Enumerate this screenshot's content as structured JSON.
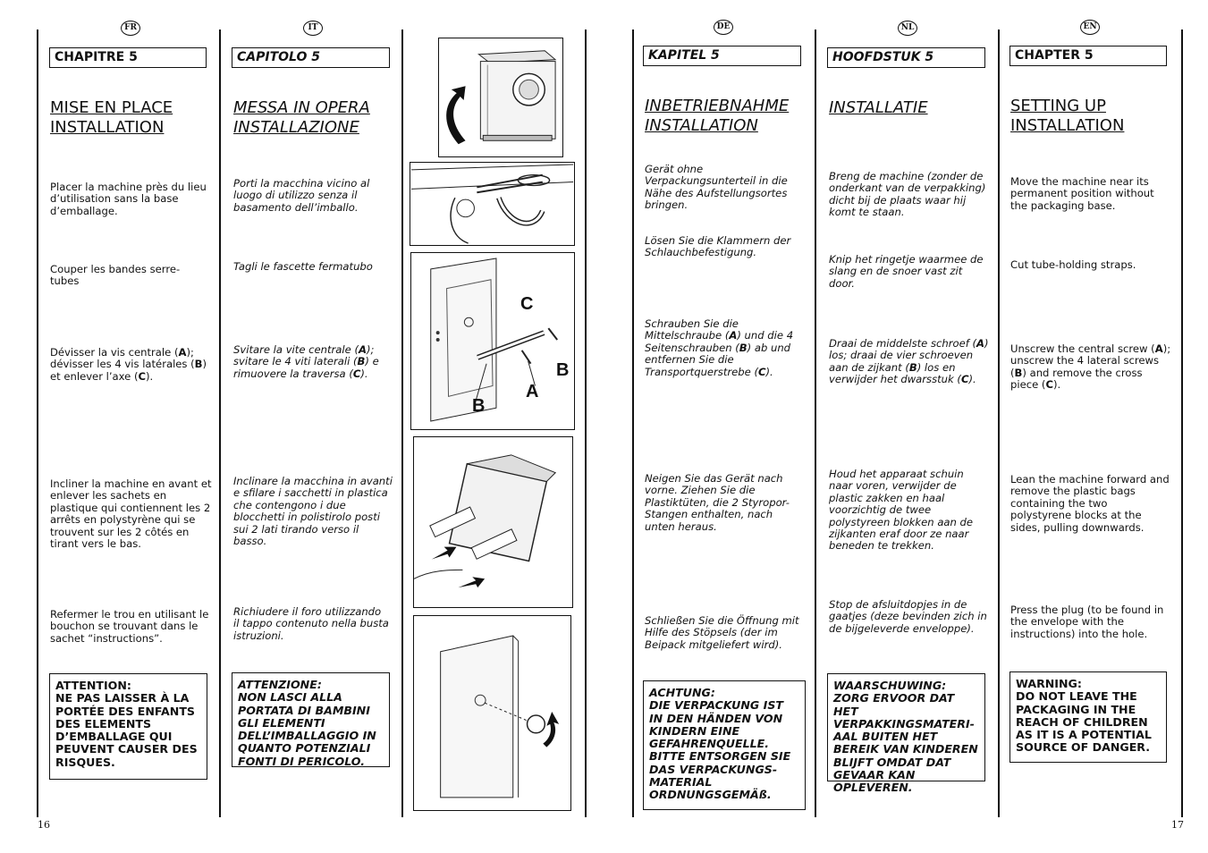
{
  "flags": [
    "FR",
    "IT",
    "DE",
    "NL",
    "EN"
  ],
  "page_left": "16",
  "page_right": "17",
  "fr": {
    "chapter": "CHAPITRE 5",
    "title1": "MISE EN PLACE",
    "title2": "INSTALLATION",
    "p1": "Placer la machine près du lieu d’utilisation sans la base d’emballage.",
    "p2": "Couper les bandes serre-tubes",
    "p3_a": "Dévisser la vis centrale (",
    "p3_b": "A",
    "p3_c": "); dévisser les 4 vis latérales (",
    "p3_d": "B",
    "p3_e": ") et enlever l’axe (",
    "p3_f": "C",
    "p3_g": ").",
    "p4": "Incliner la machine en avant et enlever les sachets en plastique qui contiennent les 2 arrêts en polystyrène qui se trouvent sur les 2 côtés en tirant vers le bas.",
    "p5": "Refermer le trou en utilisant le bouchon se trouvant dans le sachet “instructions”.",
    "warn": "ATTENTION:\nNE PAS LAISSER À LA PORTÉE DES ENFANTS DES ELEMENTS D’EMBALLAGE QUI PEUVENT CAUSER DES RISQUES."
  },
  "it": {
    "chapter": "CAPITOLO 5",
    "title1": "MESSA IN OPERA",
    "title2": "INSTALLAZIONE",
    "p1": "Porti la macchina vicino al luogo di utilizzo senza il basamento dell’imballo.",
    "p2": "Tagli le fascette fermatubo",
    "p3_a": "Svitare la vite centrale (",
    "p3_b": "A",
    "p3_c": "); svitare le 4 viti laterali (",
    "p3_d": "B",
    "p3_e": ") e rimuovere la traversa (",
    "p3_f": "C",
    "p3_g": ").",
    "p4": "Inclinare la macchina in avanti e sfilare i sacchetti in plastica che contengono i due blocchetti in polistirolo posti sui 2 lati tirando verso il basso.",
    "p5": "Richiudere il foro utilizzando il tappo contenuto nella busta istruzioni.",
    "warn": "ATTENZIONE:\nNON LASCI ALLA PORTATA DI BAMBINI GLI ELEMENTI DELL’IMBALLAGGIO IN QUANTO POTENZIALI FONTI DI PERICOLO."
  },
  "de": {
    "chapter": "KAPITEL 5",
    "title1": "INBETRIEBNAHME",
    "title2": "INSTALLATION",
    "p1": "Gerät ohne Verpackungsunterteil in die Nähe des Aufstellungsortes bringen.",
    "p2": "Lösen Sie die Klammern der Schlauchbefestigung.",
    "p3_a": "Schrauben Sie die Mittelschraube (",
    "p3_b": "A",
    "p3_c": ") und die 4 Seitenschrauben (",
    "p3_d": "B",
    "p3_e": ") ab und entfernen Sie die Transportquerstrebe (",
    "p3_f": "C",
    "p3_g": ").",
    "p4": "Neigen Sie das Gerät nach vorne. Ziehen Sie die Plastiktüten, die 2 Styropor-Stangen enthalten, nach unten heraus.",
    "p5": "Schließen Sie die Öffnung mit Hilfe des Stöpsels (der im Beipack mitgeliefert wird).",
    "warn": "ACHTUNG:\nDIE VERPACKUNG IST IN DEN HÄNDEN VON KINDERN EINE GEFAHRENQUELLE. BITTE ENTSORGEN SIE DAS VERPACKUNGS-MATERIAL ORDNUNGSGEMÄß."
  },
  "nl": {
    "chapter": "HOOFDSTUK 5",
    "title1": "INSTALLATIE",
    "p1": "Breng de machine (zonder de onderkant van de verpakking) dicht bij de plaats waar hij komt te staan.",
    "p2": "Knip het ringetje waarmee de slang en de snoer vast zit door.",
    "p3_a": "Draai de middelste schroef (",
    "p3_b": "A",
    "p3_c": ") los; draai de vier schroeven aan de zijkant (",
    "p3_d": "B",
    "p3_e": ") los en verwijder het dwarsstuk (",
    "p3_f": "C",
    "p3_g": ").",
    "p4": "Houd het apparaat schuin naar voren, verwijder de plastic zakken en haal voorzichtig de twee polystyreen blokken aan de zijkanten eraf door ze naar beneden te trekken.",
    "p5": "Stop de afsluitdopjes in de gaatjes (deze bevinden zich in de bijgeleverde enveloppe).",
    "warn": "WAARSCHUWING:\nZORG ERVOOR DAT HET VERPAKKINGSMATERI-AAL BUITEN HET BEREIK VAN KINDEREN BLIJFT OMDAT DAT GEVAAR KAN OPLEVEREN."
  },
  "en": {
    "chapter": "CHAPTER 5",
    "title1": "SETTING UP",
    "title2": "INSTALLATION",
    "p1": "Move the machine near its permanent position without the packaging base.",
    "p2": "Cut tube-holding straps.",
    "p3_a": "Unscrew the central screw (",
    "p3_b": "A",
    "p3_c": "); unscrew the 4 lateral screws (",
    "p3_d": "B",
    "p3_e": ") and remove the cross piece (",
    "p3_f": "C",
    "p3_g": ").",
    "p4": "Lean the machine forward and remove the plastic bags containing the two polystyrene blocks at the sides, pulling downwards.",
    "p5": "Press the plug (to be found in the envelope with the instructions) into the hole.",
    "warn": "WARNING:\nDO NOT LEAVE THE PACKAGING IN THE REACH OF CHILDREN AS IT IS A POTENTIAL SOURCE OF DANGER."
  },
  "figure_labels": {
    "a": "A",
    "b": "B",
    "c": "C"
  }
}
